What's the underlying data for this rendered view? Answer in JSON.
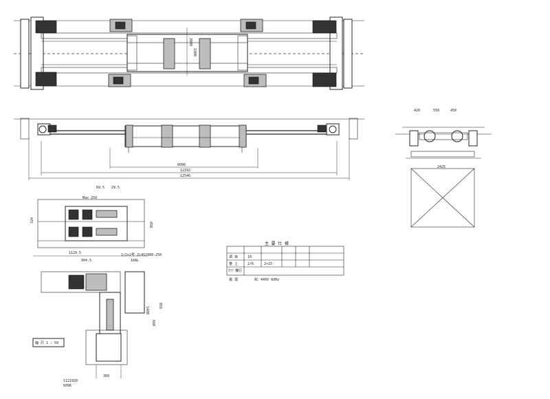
{
  "top_view": {
    "dims": [
      "2000",
      "1800"
    ]
  },
  "side_view": {
    "dims": [
      "6096",
      "12192",
      "12546"
    ]
  },
  "end_view": {
    "dims": [
      "420",
      "550",
      "450",
      "2425"
    ]
  },
  "trolley_detail": {
    "dims": [
      "69.5",
      "29.5",
      "Max 250",
      "324",
      "450"
    ]
  },
  "hoist_detail": {
    "dims": [
      "1129.5",
      "904.5",
      "1400",
      "856",
      "660",
      "360"
    ],
    "callout": "1/2×2号 2L4S2980-250",
    "callout_sub": "10AL",
    "footnote": [
      "1121920",
      "6096"
    ]
  },
  "spec_table": {
    "header": "主 要 仕 様",
    "rows": [
      [
        "項 目",
        "10",
        "",
        "",
        "",
        ""
      ],
      [
        "巻 上",
        "2/6",
        "2×15",
        "",
        "",
        ""
      ],
      [
        "ｸﾗﾌﾞ横行",
        "",
        "",
        "",
        "",
        ""
      ]
    ],
    "power_label": "電 源",
    "power": "AC  440V  60Hz"
  },
  "stamp": {
    "label": "縮 尺 1 : 50"
  }
}
